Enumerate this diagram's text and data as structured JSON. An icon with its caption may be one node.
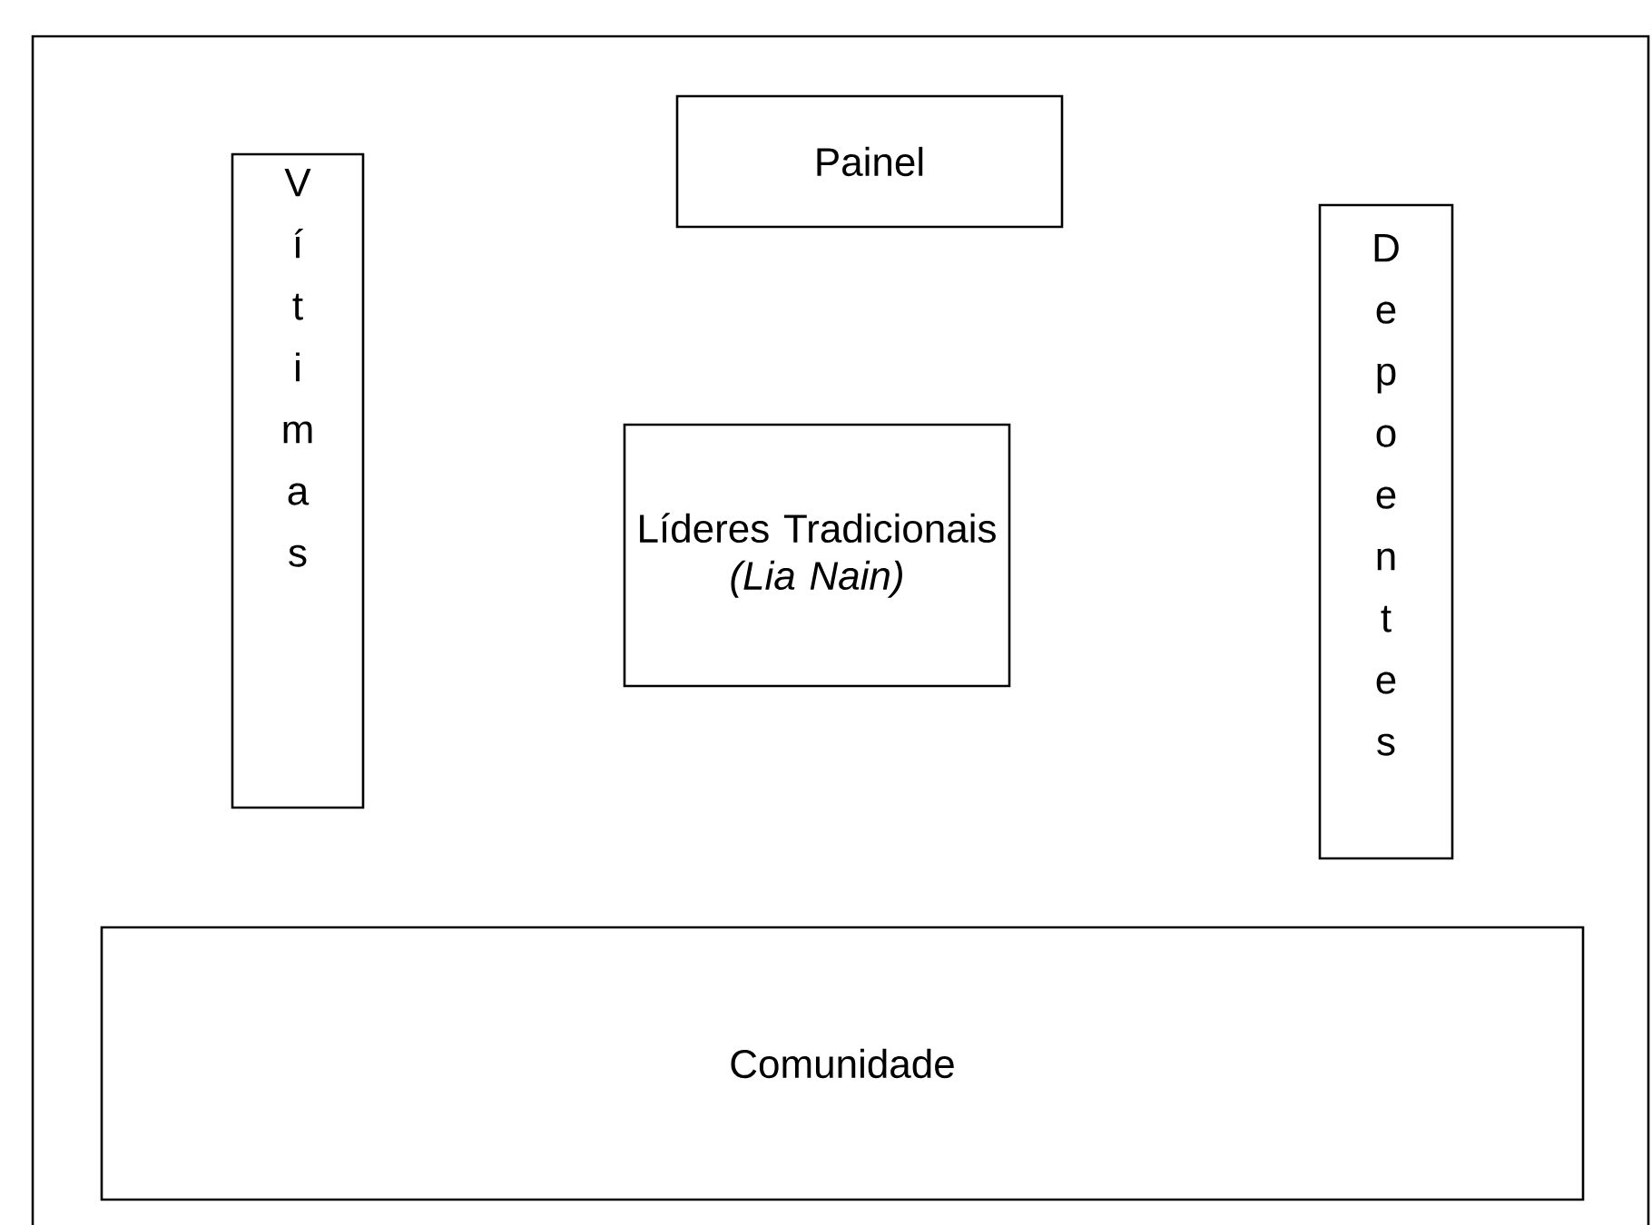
{
  "diagram": {
    "nodes": [
      {
        "text": [
          "Painel"
        ]
      },
      {
        "text": [
          "Vítimas"
        ]
      },
      {
        "text": [
          "Líderes Tradicionais",
          "(Lia Nain)"
        ]
      },
      {
        "text": [
          "Depoentes"
        ]
      },
      {
        "text": [
          "Comunidade"
        ]
      }
    ]
  }
}
